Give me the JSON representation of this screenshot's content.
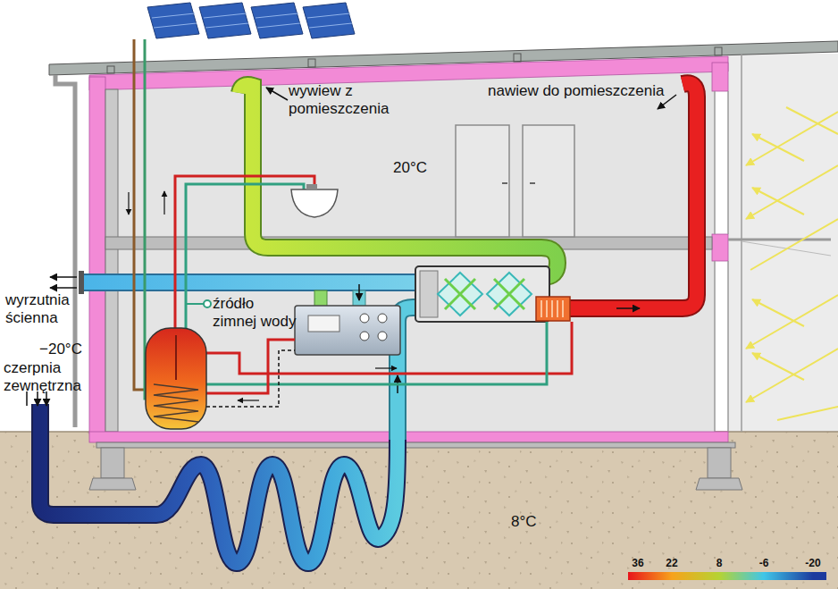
{
  "diagram": {
    "labels": [
      "wywiew z pomieszczenia",
      "nawiew do pomieszczenia",
      "20°C",
      "wyrzutnia ścienna",
      "źródło zimnej wody",
      "−20°C",
      "czerpnia zewnętrzna",
      "8°C"
    ],
    "legend": [
      {
        "text": "36",
        "color": "#e8141b"
      },
      {
        "text": "22",
        "color": "#f7a21b"
      },
      {
        "text": "8",
        "color": "#b5d334"
      },
      {
        "text": "-6",
        "color": "#3fc6e8"
      },
      {
        "text": "-20",
        "color": "#1c3a9e"
      }
    ]
  }
}
